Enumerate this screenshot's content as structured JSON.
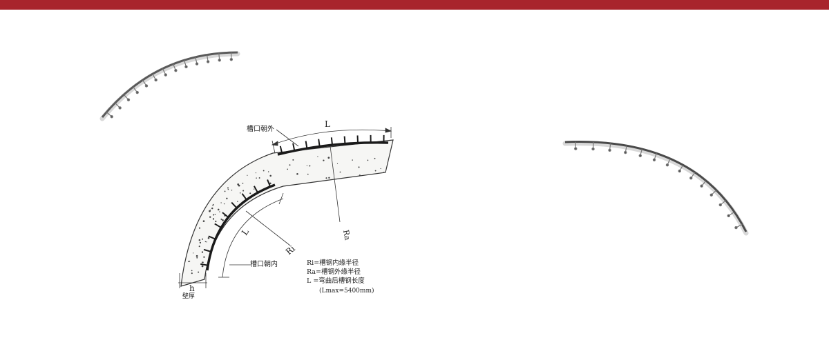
{
  "colors": {
    "top_bar": "#a8242c",
    "line": "#333333",
    "concrete_fill": "#f6f6f4",
    "channel_dark": "#1a1a1a",
    "channel_light": "#cfcfcf"
  },
  "diagram": {
    "label_outer_channel": "槽口朝外",
    "label_inner_channel": "槽口朝内",
    "label_L_top": "L",
    "label_L_inner": "L",
    "label_Ra": "Ra",
    "label_Ri": "Ri",
    "label_h": "h",
    "label_thickness": "壁厚",
    "legend": [
      "Ri=槽钢内缘半径",
      "Ra=槽钢外缘半径",
      "L =弯曲后槽钢长度",
      "(Lmax=5400mm)"
    ]
  },
  "icons": {
    "left_product": "curved-anchor-channel-icon",
    "right_product": "curved-anchor-channel-icon"
  }
}
